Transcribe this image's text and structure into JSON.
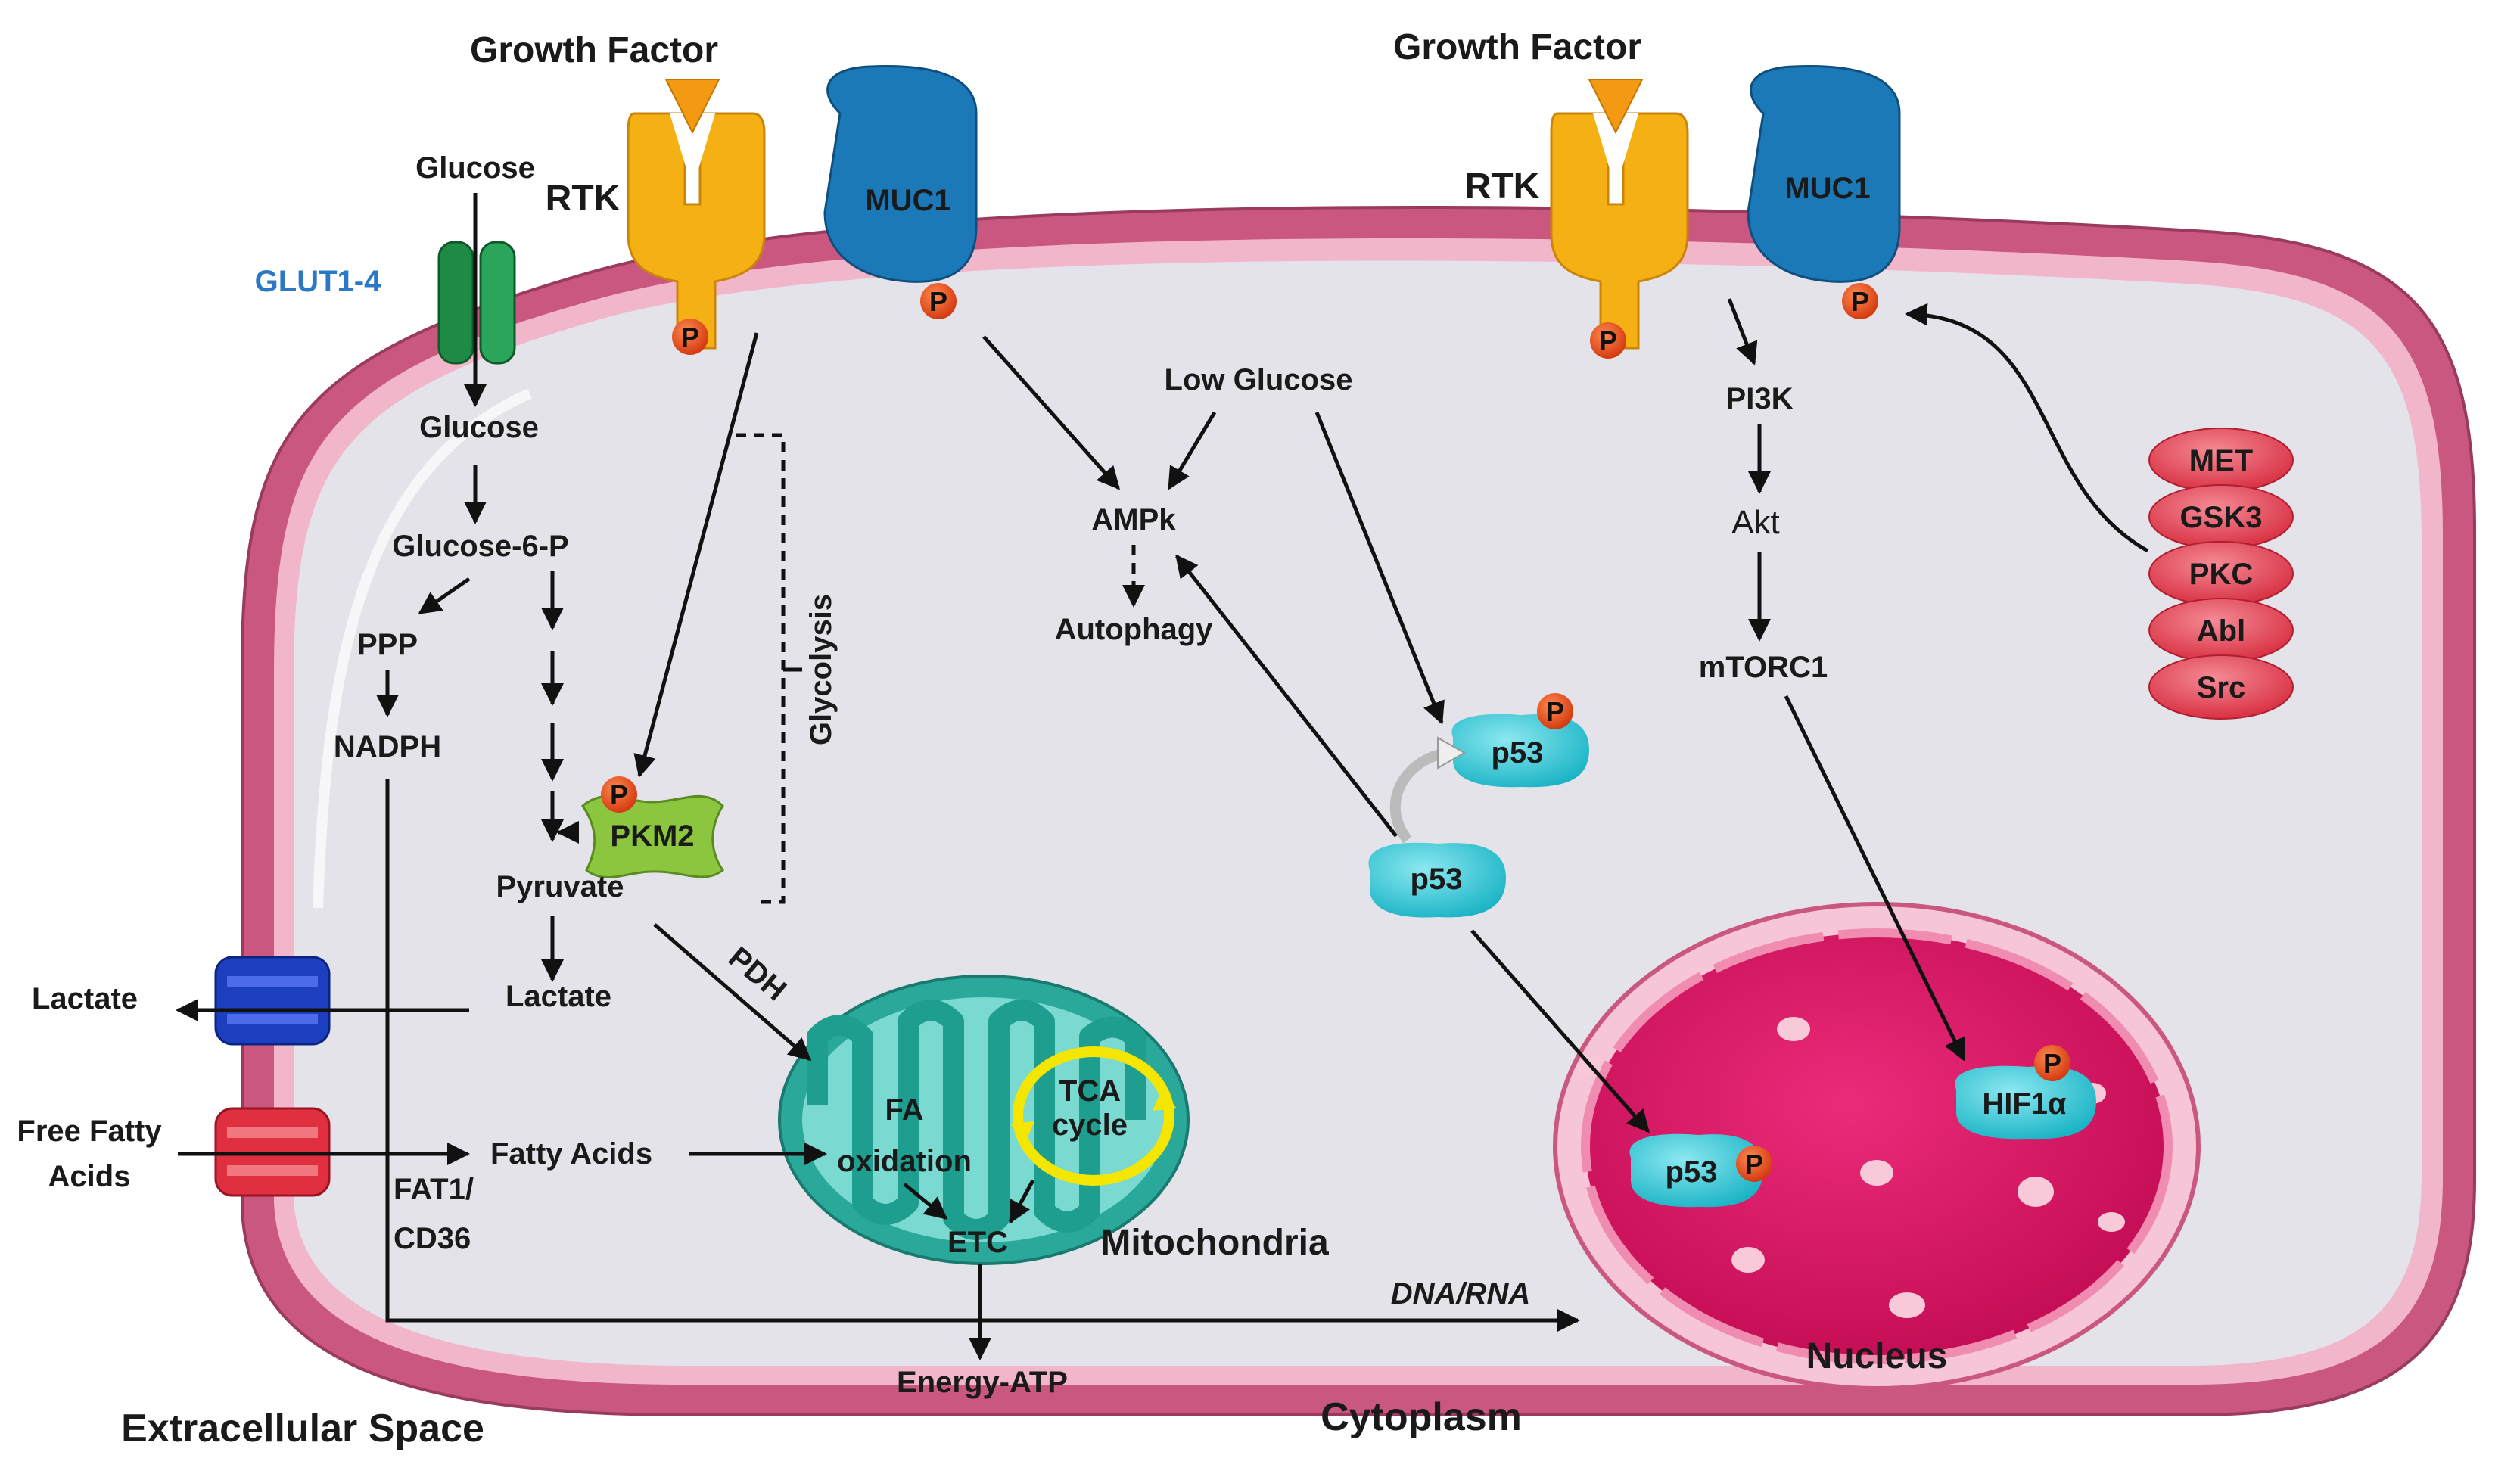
{
  "labels": {
    "growth_factor_left": "Growth Factor",
    "growth_factor_right": "Growth Factor",
    "rtk_left": "RTK",
    "rtk_right": "RTK",
    "muc1_left": "MUC1",
    "muc1_right": "MUC1",
    "glucose_outside": "Glucose",
    "glut": "GLUT1-4",
    "glucose_inside": "Glucose",
    "glucose6p": "Glucose-6-P",
    "ppp": "PPP",
    "nadph": "NADPH",
    "pkm2": "PKM2",
    "pyruvate": "Pyruvate",
    "glycolysis": "Glycolysis",
    "lactate_inside": "Lactate",
    "lactate_outside": "Lactate",
    "free_fatty_acids_1": "Free Fatty",
    "free_fatty_acids_2": "Acids",
    "fatty_acids": "Fatty Acids",
    "fat1_1": "FAT1/",
    "fat1_2": "CD36",
    "pdh": "PDH",
    "fa_1": "FA",
    "fa_2": "oxidation",
    "tca_1": "TCA",
    "tca_2": "cycle",
    "etc": "ETC",
    "mitochondria": "Mitochondria",
    "energy_atp": "Energy-ATP",
    "low_glucose": "Low Glucose",
    "ampk": "AMPk",
    "autophagy": "Autophagy",
    "p53_free": "p53",
    "p53_phos": "p53",
    "p53_nucleus": "p53",
    "pi3k": "PI3K",
    "akt": "Akt",
    "mtorc1": "mTORC1",
    "hif1a": "HIF1α",
    "dna_rna": "DNA/RNA",
    "nucleus": "Nucleus",
    "cytoplasm": "Cytoplasm",
    "extracellular": "Extracellular Space",
    "p": "P"
  },
  "kinases": [
    "MET",
    "GSK3",
    "PKC",
    "Abl",
    "Src"
  ],
  "colors": {
    "membrane_outer": "#c9577f",
    "membrane_inner": "#f2b6cb",
    "cytoplasm": "#e4e3ea",
    "rtk": "#f5b014",
    "growth_factor": "#f39a12",
    "muc1": "#1b79b8",
    "phospho": "#e8501b",
    "glut": "#1e8a45",
    "lactate_channel": "#1c3fbf",
    "fatty_acid_channel": "#e03040",
    "mito_outer": "#2aa89a",
    "mito_inner": "#7ad9d0",
    "tca_arrows": "#f5e600",
    "p53": "#28c6d6",
    "pkm2": "#8cc63f",
    "nucleus": "#d8125f",
    "kinase": "#e03a4a"
  }
}
